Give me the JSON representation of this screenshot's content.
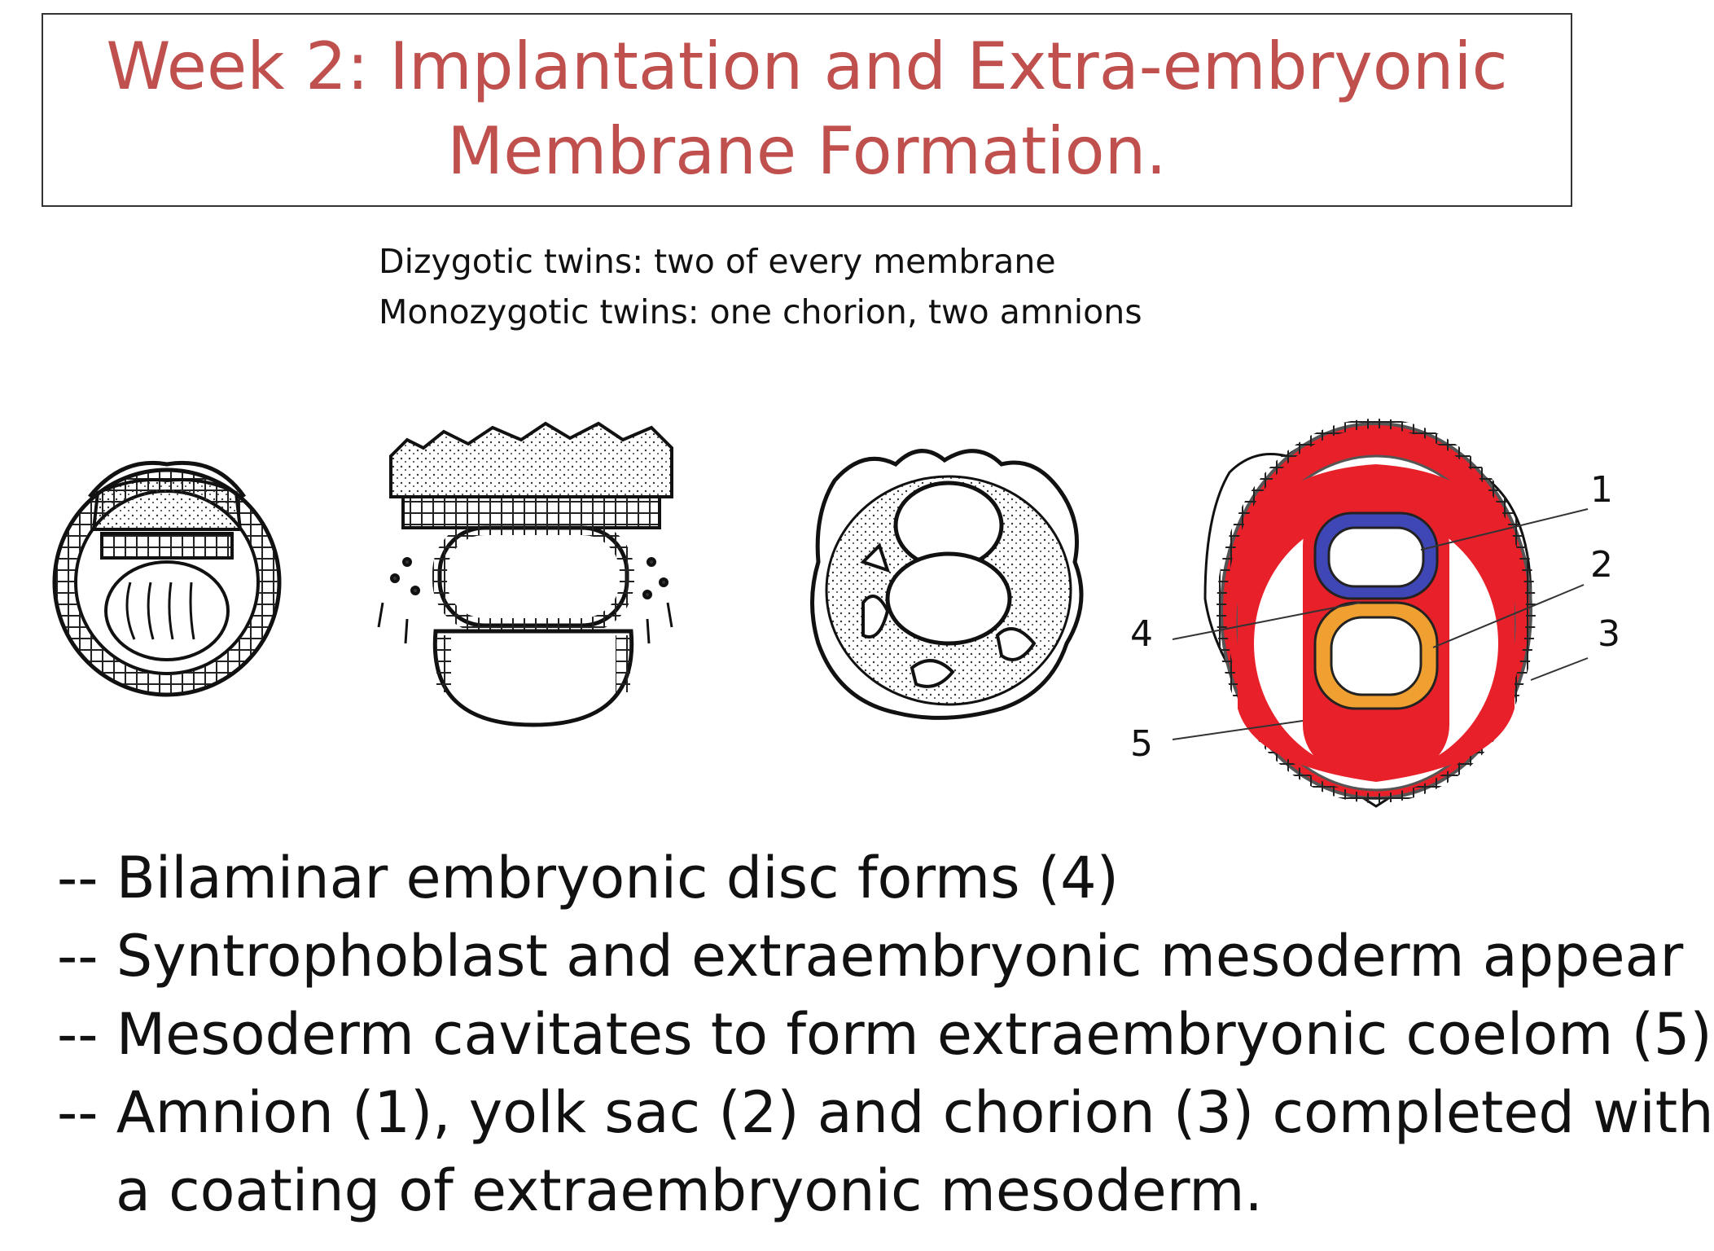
{
  "title": {
    "line1": "Week 2:  Implantation and Extra-embryonic",
    "line2": "Membrane Formation."
  },
  "subtitle": {
    "line1": "Dizygotic twins:  two of every membrane",
    "line2": "Monozygotic twins:  one chorion, two amnions"
  },
  "figure_labels": {
    "l1": "1",
    "l2": "2",
    "l3": "3",
    "l4": "4",
    "l5": "5"
  },
  "colors": {
    "title": "#c0504d",
    "mesoderm_red": "#e8202a",
    "amnion_blue": "#3f46b5",
    "yolk_orange": "#f0a030"
  },
  "bullets": [
    "-- Bilaminar embryonic disc forms (4)",
    "-- Syntrophoblast and extraembryonic mesoderm appear",
    "-- Mesoderm cavitates to form extraembryonic coelom (5)",
    "-- Amnion (1), yolk sac (2) and chorion (3) completed with",
    "a coating of extraembryonic mesoderm."
  ]
}
